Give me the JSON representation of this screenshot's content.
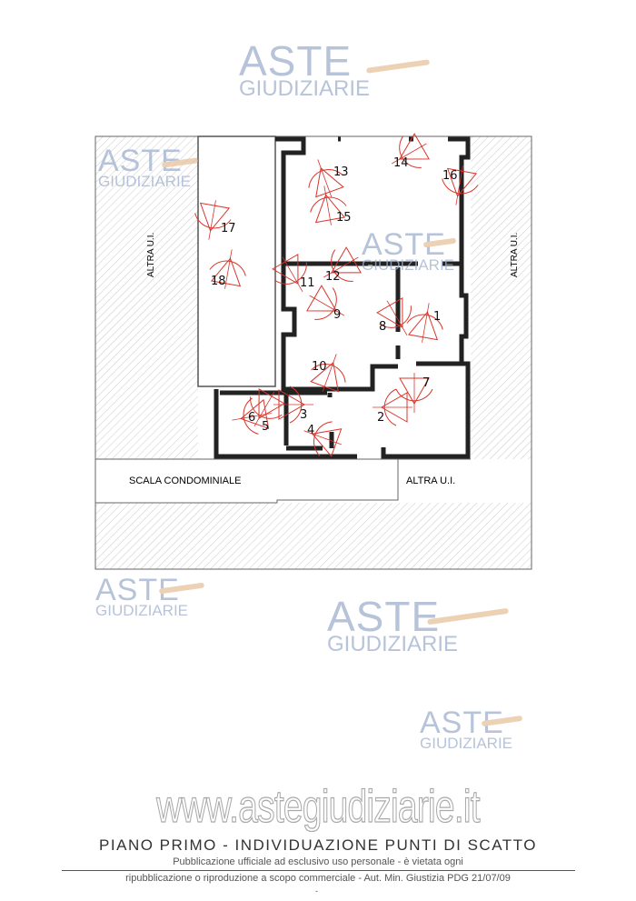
{
  "watermark": {
    "line1": "ASTE",
    "line2": "GIUDIZIARIE",
    "site": "www.astegiudiziarie.it"
  },
  "plan": {
    "labels": {
      "left_unit": "ALTRA U.I.",
      "right_unit": "ALTRA U.I.",
      "bottom_unit": "ALTRA U.I.",
      "stair": "SCALA CONDOMINIALE"
    },
    "shot_points": [
      "1",
      "2",
      "3",
      "4",
      "5",
      "6",
      "7",
      "8",
      "9",
      "10",
      "11",
      "12",
      "13",
      "14",
      "15",
      "16",
      "17",
      "18"
    ],
    "marker_color": "#d9342b"
  },
  "footer": {
    "title": "PIANO PRIMO - INDIVIDUAZIONE PUNTI DI SCATTO",
    "notice_line1": "Pubblicazione ufficiale ad esclusivo uso personale - è vietata ogni",
    "notice_line2": "ripubblicazione o riproduzione a scopo commerciale - Aut. Min. Giustizia PDG 21/07/09",
    "dash": "-"
  }
}
